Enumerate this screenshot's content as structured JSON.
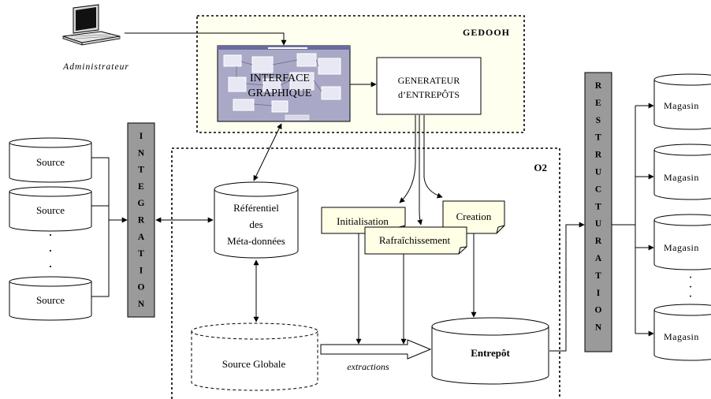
{
  "admin": {
    "label": "Administrateur"
  },
  "gedooh": {
    "title": "GEDOOH"
  },
  "interface": {
    "line1": "INTERFACE",
    "line2": "GRAPHIQUE"
  },
  "generator": {
    "line1": "GENERATEUR",
    "line2": "d’ENTREPÔTS"
  },
  "o2": {
    "title": "O2"
  },
  "sources": {
    "items": [
      "Source",
      "Source",
      "Source"
    ],
    "ellipsis": "·"
  },
  "integration": {
    "letters": [
      "I",
      "N",
      "T",
      "E",
      "G",
      "R",
      "A",
      "T",
      "I",
      "O",
      "N"
    ]
  },
  "referentiel": {
    "line1": "Référentiel",
    "line2": "des",
    "line3": "Méta-données"
  },
  "notes": {
    "init": "Initialisation",
    "refresh": "Rafraîchissement",
    "creation": "Creation"
  },
  "source_globale": {
    "label": "Source Globale"
  },
  "extractions": {
    "label": "extractions"
  },
  "entrepot": {
    "label": "Entrepôt"
  },
  "restructuration": {
    "letters": [
      "R",
      "E",
      "S",
      "T",
      "R",
      "U",
      "C",
      "T",
      "U",
      "R",
      "A",
      "T",
      "I",
      "O",
      "N"
    ]
  },
  "magasins": {
    "items": [
      "Magasin",
      "Magasin",
      "Magasin",
      "Magasin"
    ],
    "ellipsis": "·"
  },
  "colors": {
    "gedooh_fill": "#fffff0",
    "note_fill": "#ffffe6",
    "bar_fill": "#9a9a9a",
    "screen_fill": "#a9a8c6"
  }
}
